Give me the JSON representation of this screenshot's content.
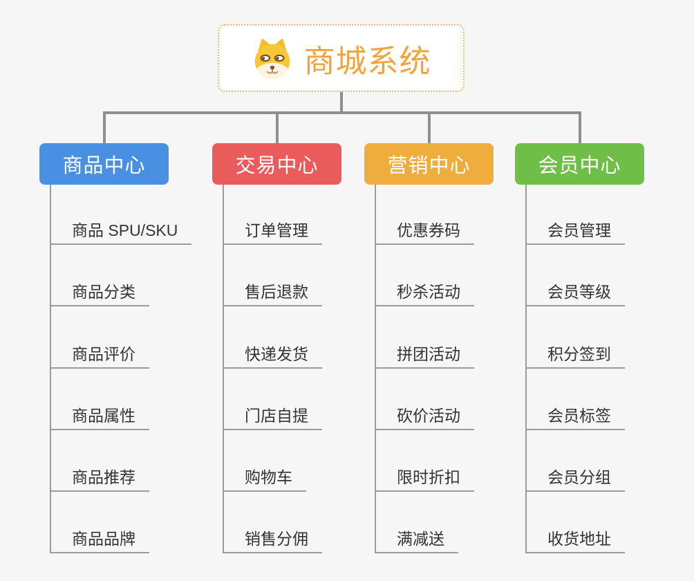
{
  "root": {
    "title": "商城系统",
    "icon": "dog-icon"
  },
  "branches": [
    {
      "label": "商品中心",
      "color": "#4A90E2",
      "children": [
        "商品 SPU/SKU",
        "商品分类",
        "商品评价",
        "商品属性",
        "商品推荐",
        "商品品牌"
      ]
    },
    {
      "label": "交易中心",
      "color": "#EA5B5B",
      "children": [
        "订单管理",
        "售后退款",
        "快递发货",
        "门店自提",
        "购物车",
        "销售分佣"
      ]
    },
    {
      "label": "营销中心",
      "color": "#EFAD3D",
      "children": [
        "优惠券码",
        "秒杀活动",
        "拼团活动",
        "砍价活动",
        "限时折扣",
        "满减送"
      ]
    },
    {
      "label": "会员中心",
      "color": "#6FBE48",
      "children": [
        "会员管理",
        "会员等级",
        "积分签到",
        "会员标签",
        "会员分组",
        "收货地址"
      ]
    }
  ],
  "palette": {
    "root_accent": "#F0A53C",
    "root_border": "#F2B75E",
    "connector": "#8F8F8F",
    "child_line": "#9B9B9B",
    "child_text": "#333333",
    "background": "#F6F6F6",
    "header_text": "#FFFFFF"
  }
}
